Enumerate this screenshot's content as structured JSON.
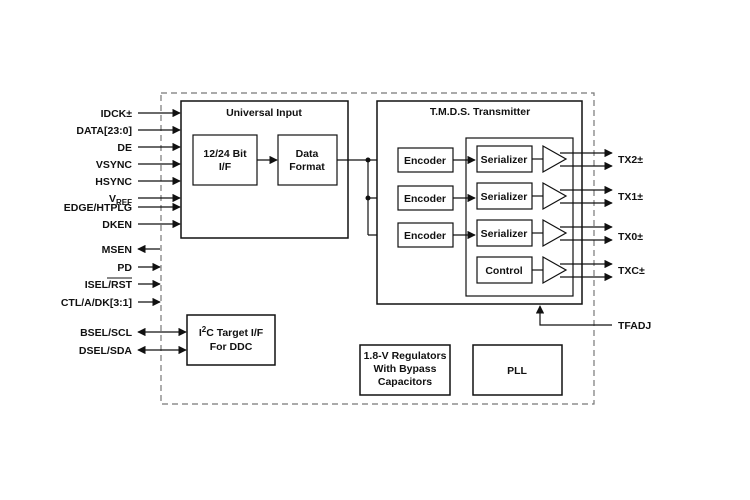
{
  "inputs_left": [
    {
      "name": "idck",
      "label": "IDCK±"
    },
    {
      "name": "data",
      "label": "DATA[23:0]"
    },
    {
      "name": "de",
      "label": "DE"
    },
    {
      "name": "vsync",
      "label": "VSYNC"
    },
    {
      "name": "hsync",
      "label": "HSYNC"
    },
    {
      "name": "vref",
      "label": "V",
      "sub": "REF"
    },
    {
      "name": "edge-htplg",
      "label": "EDGE/HTPLG"
    },
    {
      "name": "dken",
      "label": "DKEN"
    },
    {
      "name": "msen",
      "label": "MSEN"
    },
    {
      "name": "pd",
      "label": "PD"
    },
    {
      "name": "isel-rst",
      "label": "ISEL/RST"
    },
    {
      "name": "ctl",
      "label": "CTL/A/DK[3:1]"
    },
    {
      "name": "bsel-scl",
      "label": "BSEL/SCL"
    },
    {
      "name": "dsel-sda",
      "label": "DSEL/SDA"
    }
  ],
  "blocks": {
    "universal_input": "Universal Input",
    "if_line1": "12/24 Bit",
    "if_line2": "I/F",
    "fmt_line1": "Data",
    "fmt_line2": "Format",
    "tmds": "T.M.D.S. Transmitter",
    "encoder": "Encoder",
    "serializer": "Serializer",
    "control": "Control",
    "i2c_pre": "I",
    "i2c_sup": "2",
    "i2c_post": "C Target I/F",
    "i2c_line2": "For DDC",
    "reg_line1": "1.8-V Regulators",
    "reg_line2": "With Bypass",
    "reg_line3": "Capacitors",
    "pll": "PLL"
  },
  "outputs_right": {
    "tx2": "TX2±",
    "tx1": "TX1±",
    "tx0": "TX0±",
    "txc": "TXC±",
    "tfadj": "TFADJ"
  }
}
